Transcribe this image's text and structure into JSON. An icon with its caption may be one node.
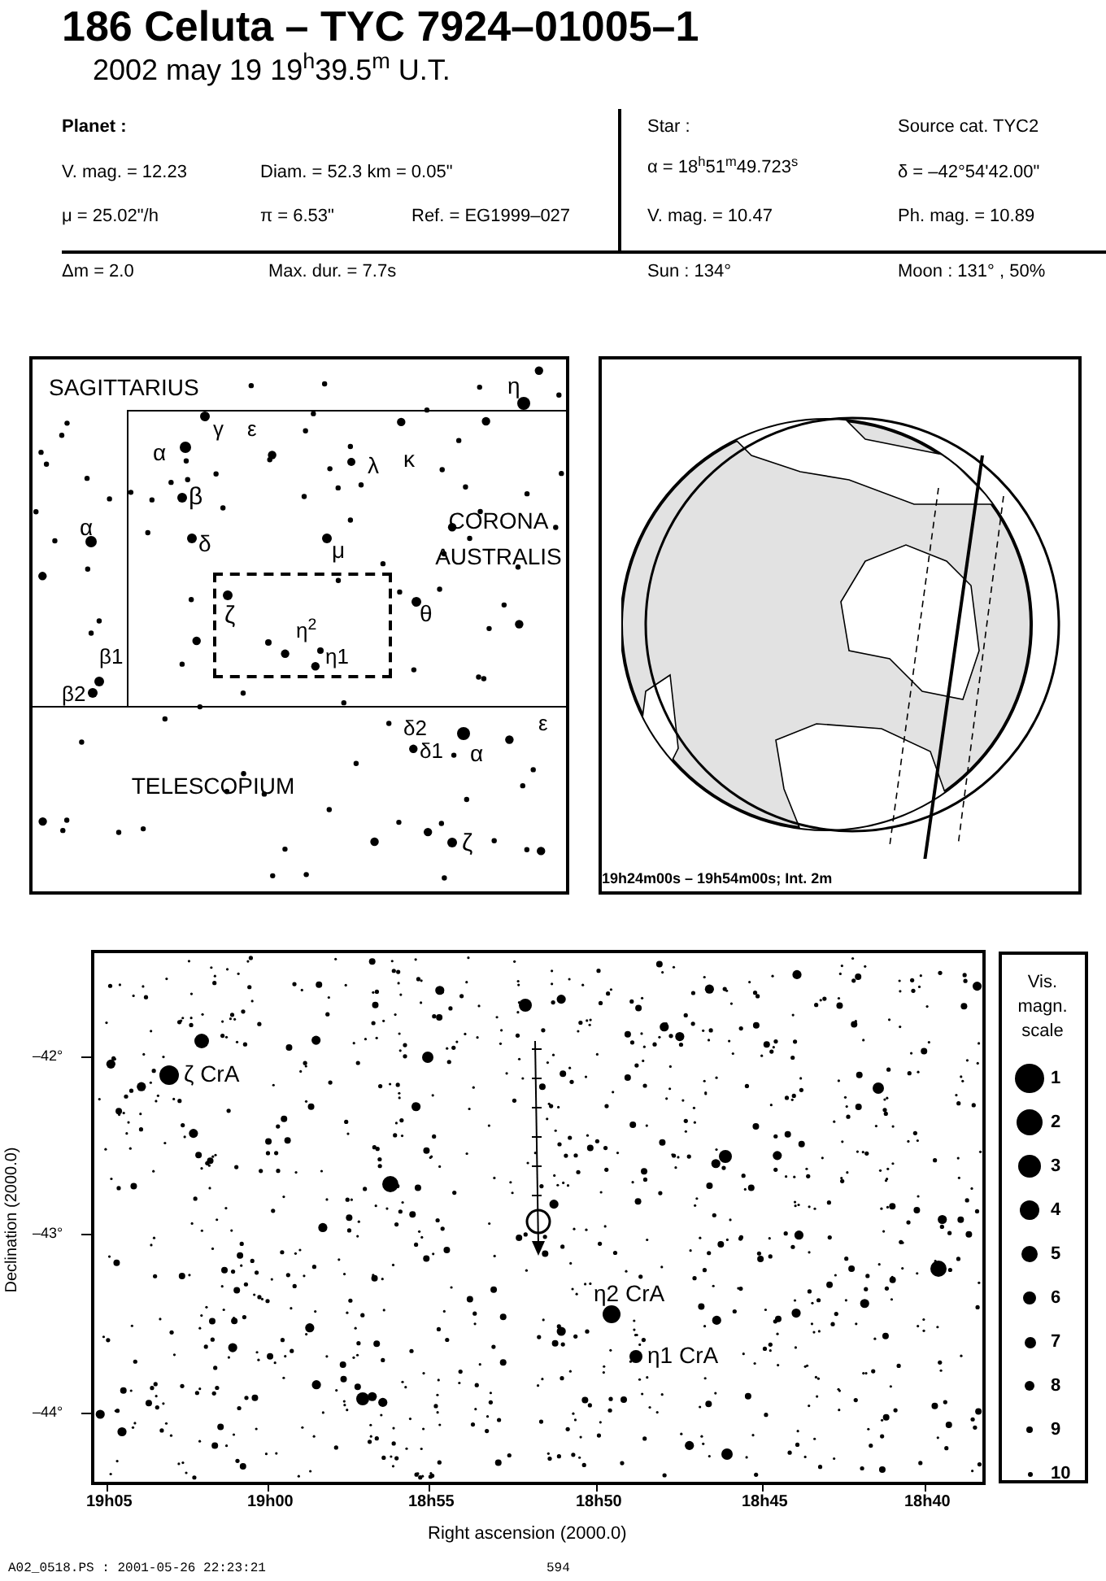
{
  "diagram": {
    "title": "186 Celuta  –  TYC 7924–01005–1",
    "nodes": [
      {
        "text": [],
        "shape": "box"
      },
      {
        "text": [
          "TELESCOPIUM"
        ],
        "in": 0
      },
      {
        "text": [
          "CORONA AUSTRALIS"
        ],
        "in": 0
      },
      {
        "text": [],
        "shape": "box",
        "in": 2
      }
    ],
    "edges": [],
    "labels": [
      "2002 may 19  19$^{h}$39.5$^{m}$ U.T.",
      "Planet :",
      "Star :",
      "Source cat.  TYC2",
      "V. mag. = 12.23",
      "Diam. = 52.3 km = 0.05\"",
      "α = 18$^{h}$51$^{m}$49.723$^{s}$",
      "δ = –42°54'42.00\"",
      "μ =  25.02\"/h",
      "π =  6.53\"",
      "Ref. = EG1999–027",
      "V. mag. = 10.47",
      "Ph. mag. = 10.89",
      "Δm = 2.0",
      "Max. dur. = 7.7s",
      "Sun : 134°",
      "Moon : 131° , 50%",
      "SAGITTARIUS",
      "η",
      "γ",
      "ε",
      "α",
      "λ",
      "κ",
      "β",
      "α",
      "δ",
      "μ",
      "ζ",
      "θ",
      "η$^{2}$",
      "β1",
      "η1",
      "β2",
      "δ2",
      "ε",
      "δ1",
      "α",
      "ζ",
      "19h24m00s – 19h54m00s; Int.  2m",
      "–42°",
      "–43°",
      "–44°",
      "Declination (2000.0)",
      "ζ CrA",
      "η2 CrA",
      "η1 CrA",
      "Vis. magn. scale",
      "19h05",
      "19h00",
      "18h55",
      "18h50",
      "18h45",
      "18h40",
      "Right ascension (2000.0)",
      "A02_0518.PS : 2001-05-26 22:23:21",
      "594"
    ],
    "legend": [
      {
        "text": "1"
      },
      {
        "text": "2"
      },
      {
        "text": "3"
      },
      {
        "text": "4"
      },
      {
        "text": "5"
      },
      {
        "text": "6"
      },
      {
        "text": "7"
      },
      {
        "text": "8"
      },
      {
        "text": "9"
      },
      {
        "text": "10"
      }
    ]
  }
}
